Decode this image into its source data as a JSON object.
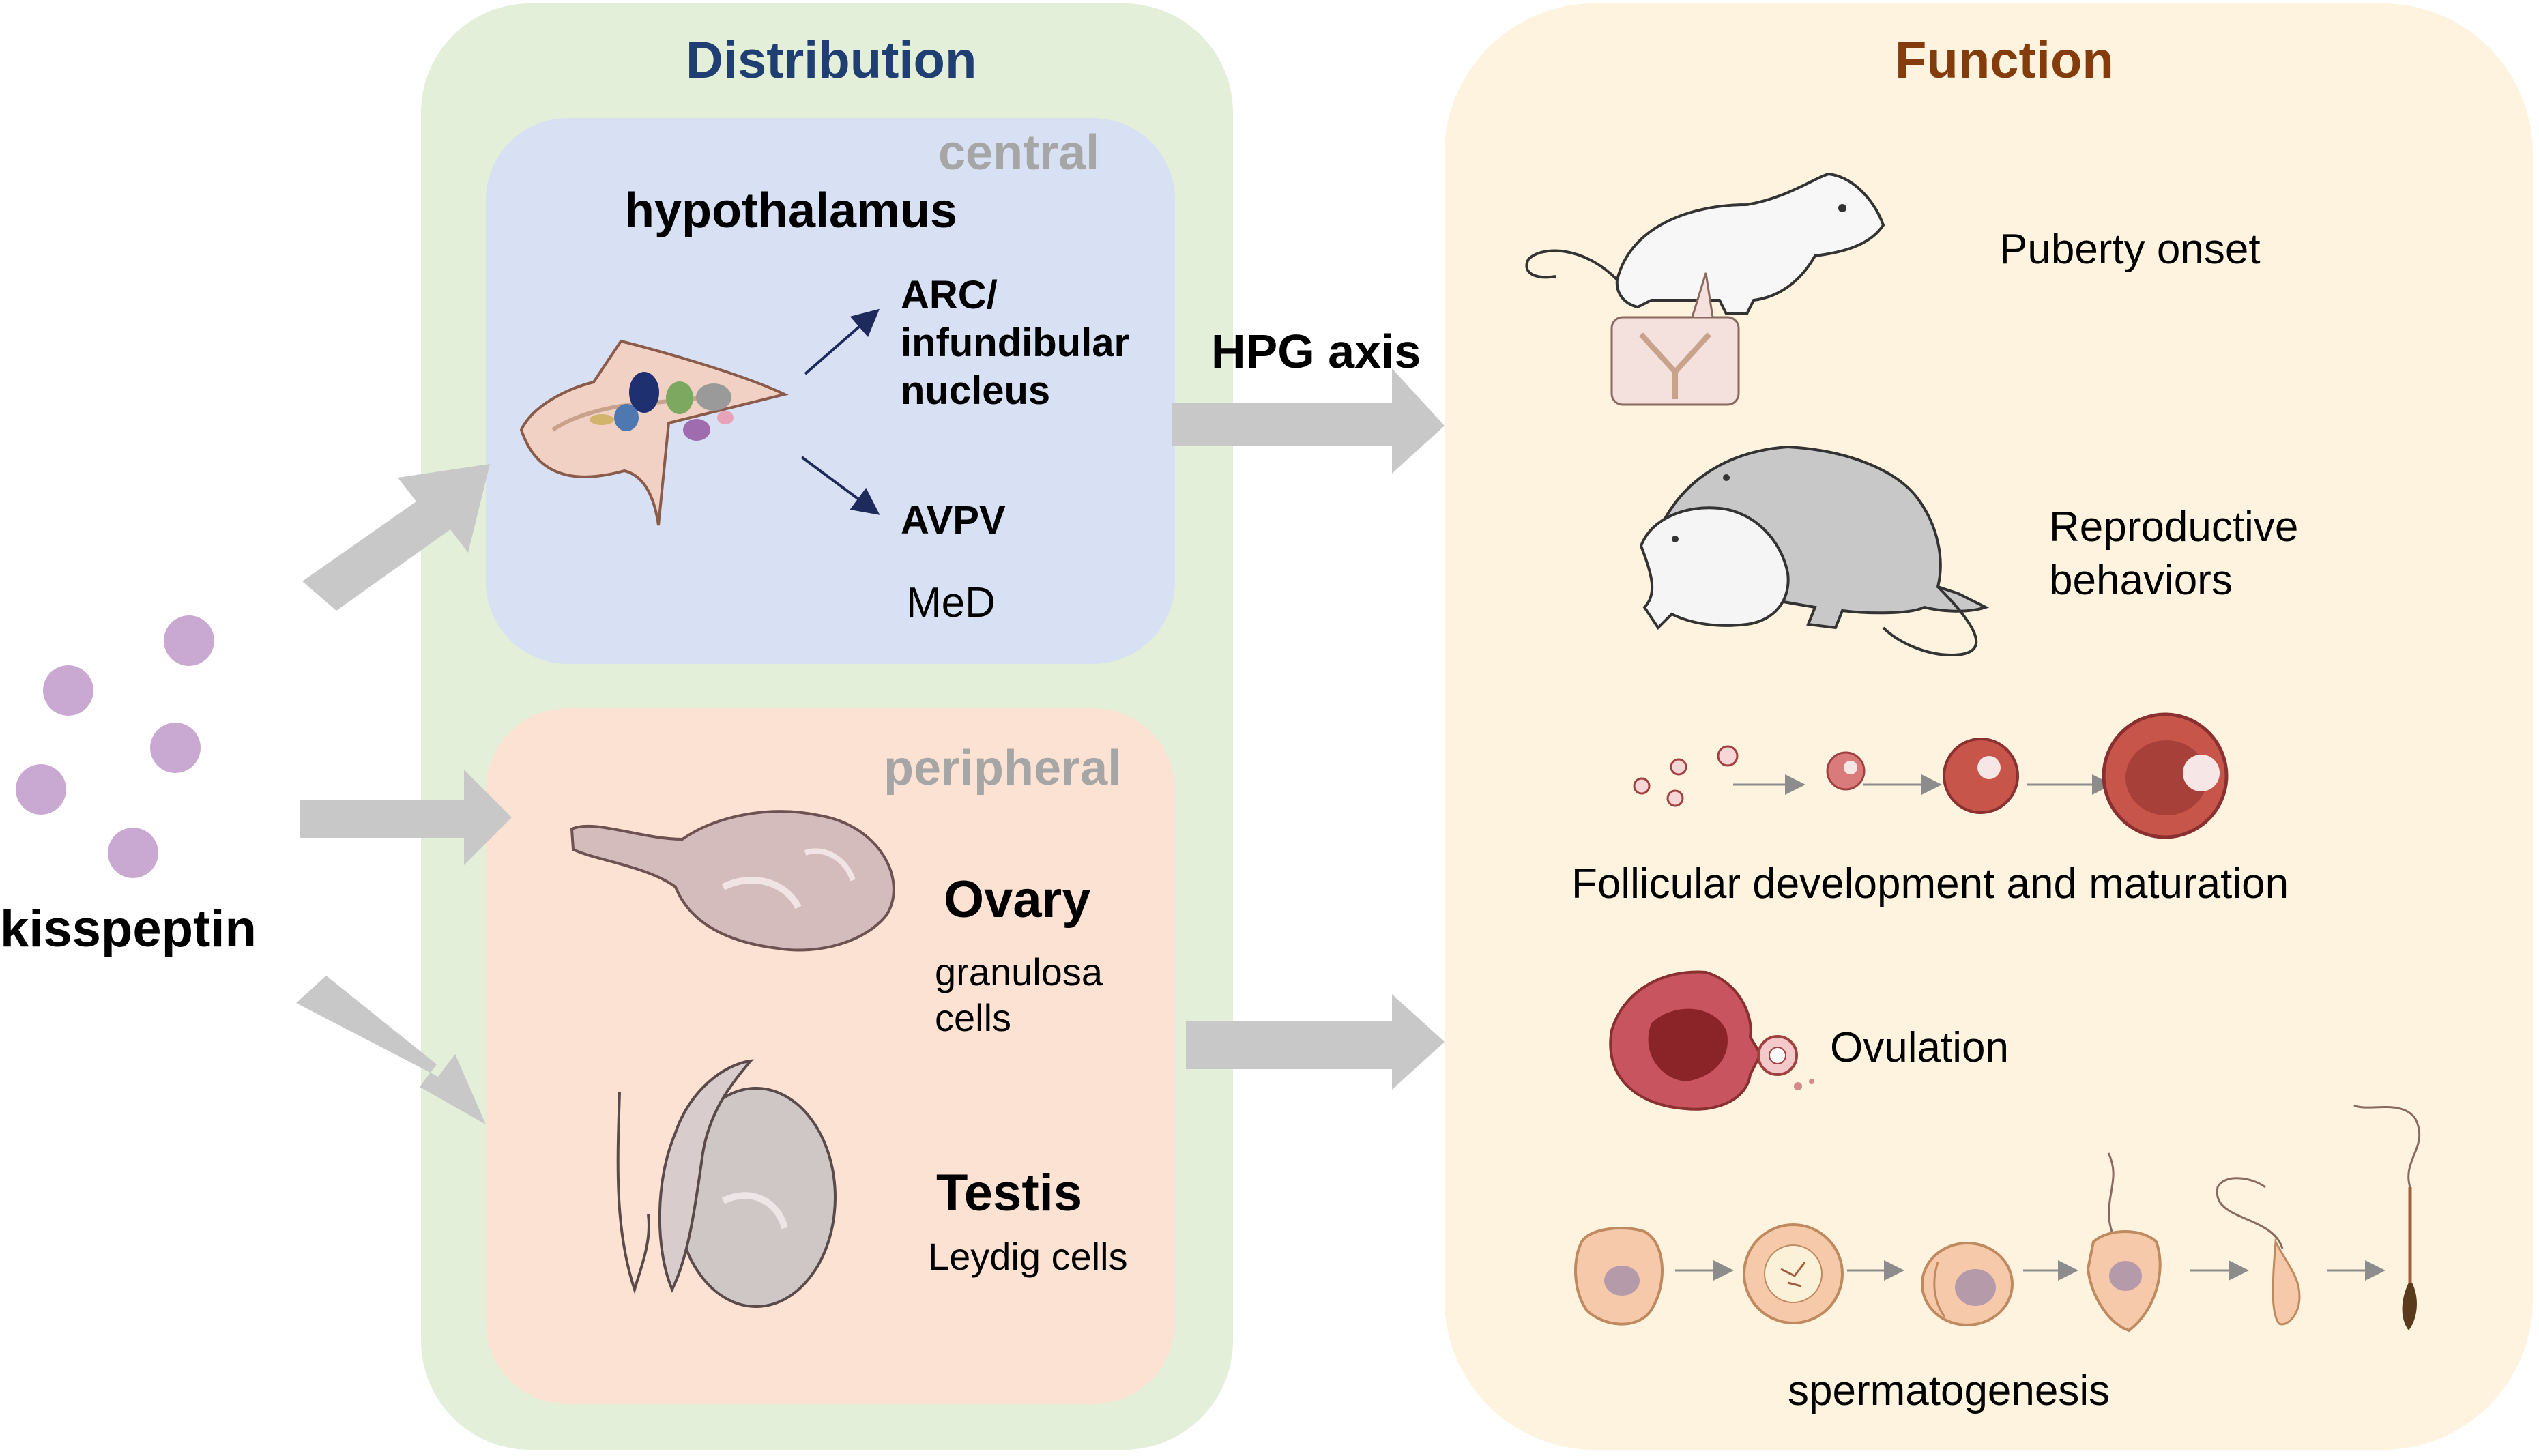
{
  "colors": {
    "distribution_panel": "#e4efd9",
    "central_panel": "#d7e1f3",
    "peripheral_panel": "#fbe2d3",
    "function_panel": "#fdf3de",
    "arrow": "#c8c8c8",
    "distribution_title": "#1f3f73",
    "function_title": "#843c0c",
    "subpanel_title": "#a6a6a6",
    "kisspeptin_dot": "#c9a9d1"
  },
  "kisspeptin": {
    "label": "kisspeptin"
  },
  "distribution": {
    "title": "Distribution",
    "central": {
      "title": "central",
      "region": "hypothalamus",
      "nuclei": [
        "ARC/",
        "infundibular",
        "nucleus"
      ],
      "avpv": "AVPV",
      "med": "MeD"
    },
    "peripheral": {
      "title": "peripheral",
      "ovary": {
        "name": "Ovary",
        "cells": [
          "granulosa",
          "cells"
        ]
      },
      "testis": {
        "name": "Testis",
        "cells": "Leydig cells"
      }
    }
  },
  "hpg_axis": "HPG axis",
  "function": {
    "title": "Function",
    "items": {
      "puberty": "Puberty onset",
      "reproductive": [
        "Reproductive",
        "behaviors"
      ],
      "follicular": "Follicular development and maturation",
      "ovulation": "Ovulation",
      "spermatogenesis": "spermatogenesis"
    }
  }
}
